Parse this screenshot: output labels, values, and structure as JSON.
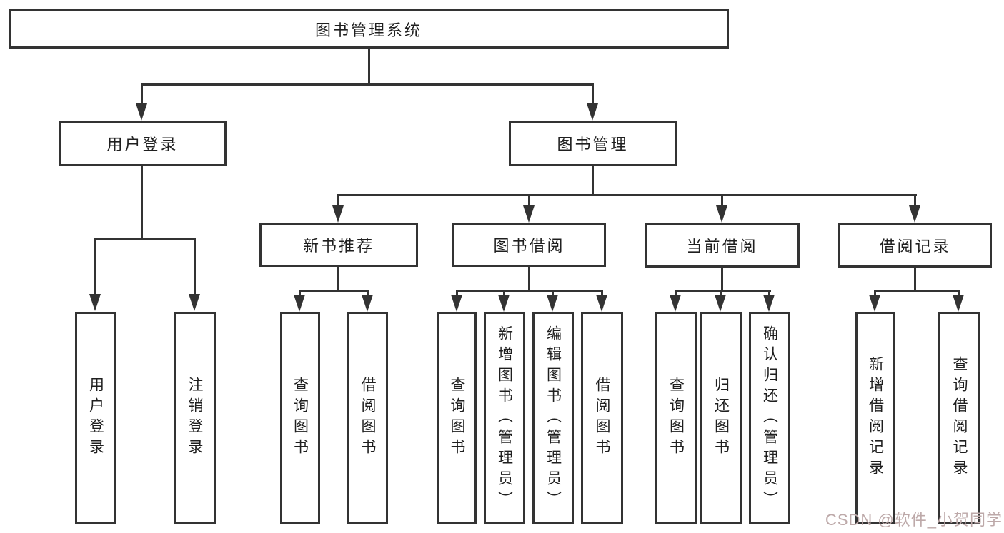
{
  "diagram": {
    "root": {
      "label": "图书管理系统"
    },
    "branches": [
      {
        "label": "用户登录",
        "children": [
          {
            "label": "用户登录"
          },
          {
            "label": "注销登录"
          }
        ]
      },
      {
        "label": "图书管理",
        "children": [
          {
            "label": "新书推荐",
            "children": [
              {
                "label": "查询图书"
              },
              {
                "label": "借阅图书"
              }
            ]
          },
          {
            "label": "图书借阅",
            "children": [
              {
                "label": "查询图书"
              },
              {
                "label": "新增图书（管理员）"
              },
              {
                "label": "编辑图书（管理员）"
              },
              {
                "label": "借阅图书"
              }
            ]
          },
          {
            "label": "当前借阅",
            "children": [
              {
                "label": "查询图书"
              },
              {
                "label": "归还图书"
              },
              {
                "label": "确认归还（管理员）"
              }
            ]
          },
          {
            "label": "借阅记录",
            "children": [
              {
                "label": "新增借阅记录"
              },
              {
                "label": "查询借阅记录"
              }
            ]
          }
        ]
      }
    ]
  },
  "watermark": {
    "text": "CSDN @软件_小贺同学",
    "color": "#bda9a9"
  },
  "colors": {
    "line": "#333333",
    "box_border": "#333333",
    "text": "#1f1f1f",
    "background": "#ffffff"
  }
}
